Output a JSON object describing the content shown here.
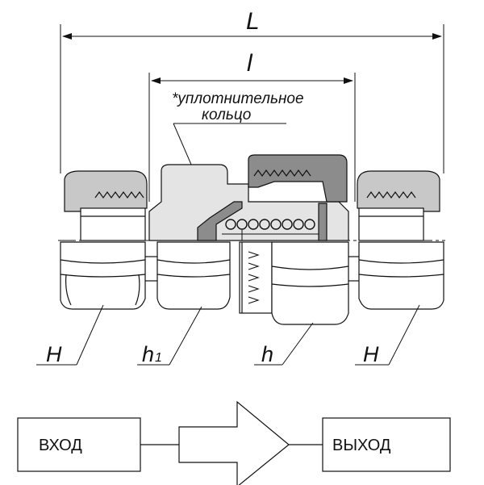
{
  "dimensions": {
    "overall_length": "L",
    "inner_length": "l"
  },
  "note": {
    "line1": "*уплотнительное",
    "line2": "кольцо"
  },
  "part_labels": {
    "left_nut": "H",
    "body_hex_1": "h",
    "body_hex_1_sub": "1",
    "body_hex_2": "h",
    "right_nut": "H"
  },
  "flow": {
    "input": "ВХОД",
    "output": "ВЫХОД"
  },
  "colors": {
    "dark_fill": "#8c8c8c",
    "light_fill": "#c8c8c8",
    "outline": "#111111"
  }
}
